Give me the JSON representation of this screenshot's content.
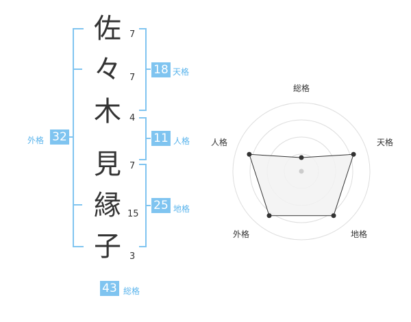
{
  "name": {
    "chars": [
      {
        "char": "佐",
        "strokes": "7"
      },
      {
        "char": "々",
        "strokes": "7"
      },
      {
        "char": "木",
        "strokes": "4"
      },
      {
        "char": "見",
        "strokes": "7"
      },
      {
        "char": "縁",
        "strokes": "15"
      },
      {
        "char": "子",
        "strokes": "3"
      }
    ]
  },
  "fortune": {
    "tenkaku": {
      "value": "18",
      "label": "天格"
    },
    "jinkaku": {
      "value": "11",
      "label": "人格"
    },
    "chikaku": {
      "value": "25",
      "label": "地格"
    },
    "gaikaku": {
      "value": "32",
      "label": "外格"
    },
    "soukaku": {
      "value": "43",
      "label": "総格"
    }
  },
  "chart_data": {
    "type": "radar",
    "axes": [
      "総格",
      "天格",
      "地格",
      "外格",
      "人格"
    ],
    "values": [
      0.2,
      0.8,
      0.8,
      0.8,
      0.8
    ],
    "range": [
      0,
      1
    ],
    "rings": 4,
    "colors": {
      "fill": "#f2f2f2",
      "line": "#333333",
      "grid": "#dddddd",
      "center": "#cccccc",
      "accent": "#7fc4f0"
    }
  }
}
